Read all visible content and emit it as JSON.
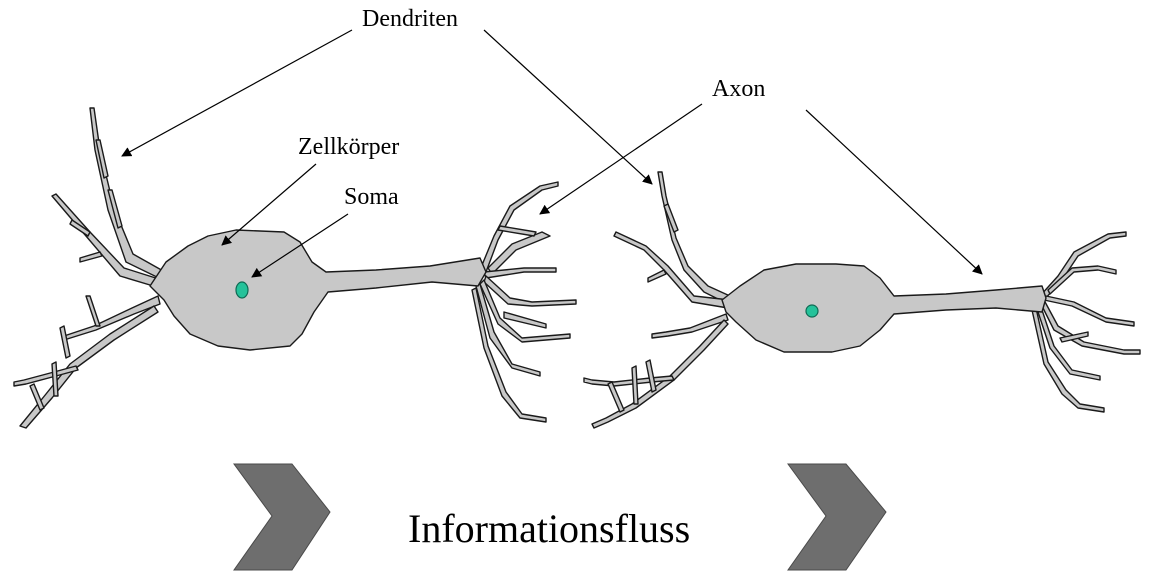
{
  "labels": {
    "dendriten": "Dendriten",
    "axon": "Axon",
    "zellkoerper": "Zellkörper",
    "soma": "Soma"
  },
  "flow": {
    "label": "Informationsfluss"
  },
  "colors": {
    "cell_fill": "#c8c8c8",
    "outline": "#1a1a1a",
    "nucleus": "#25c29a",
    "chevron": "#6e6e6e",
    "arrow": "#000000"
  }
}
